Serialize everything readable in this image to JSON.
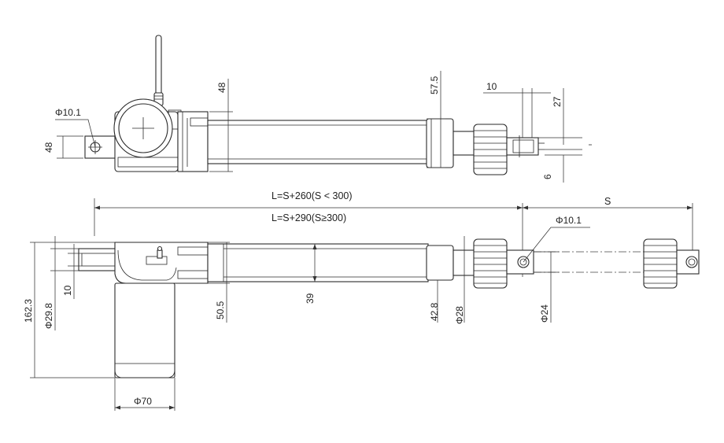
{
  "top_view": {
    "hole_diameter": "Φ10.1",
    "height_48_left": "48",
    "height_48_housing": "48",
    "rod_end_height": "57.5",
    "clevis_width": "10",
    "clevis_offset": "27",
    "slot_width": "6"
  },
  "side_view": {
    "length_short": "L=S+260(S < 300)",
    "length_long": "L=S+290(S≥300)",
    "stroke": "S",
    "rod_hole_diameter": "Φ10.1",
    "total_height": "162.3",
    "rear_clevis_diameter": "Φ29.8",
    "rear_slot": "10",
    "housing_height": "50.5",
    "tube_diameter": "39",
    "end_cap": "42.8",
    "nut_diameter": "Φ28",
    "rod_diameter": "Φ24",
    "motor_diameter": "Φ70"
  }
}
